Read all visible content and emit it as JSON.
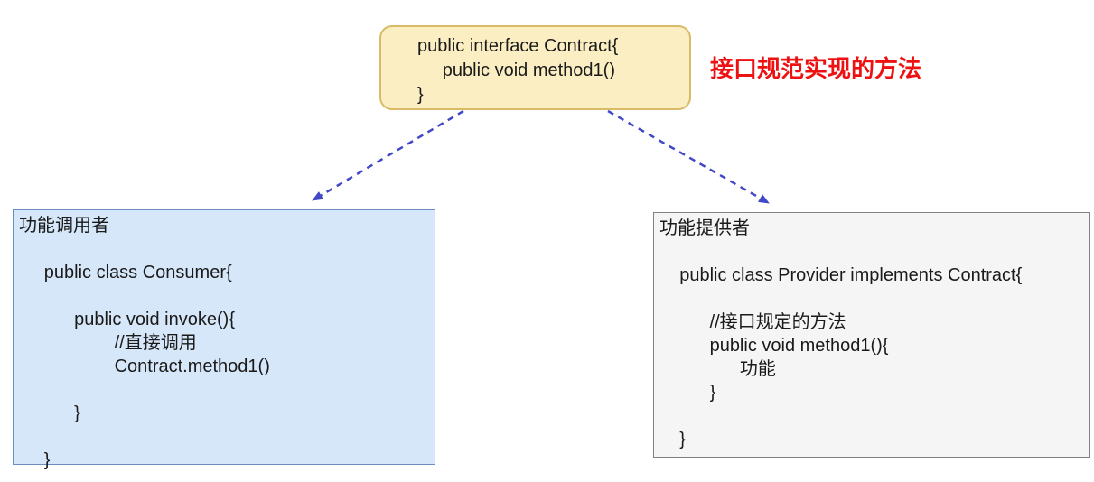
{
  "interface_box": {
    "code": "public interface Contract{\n     public void method1()\n}"
  },
  "annotation": {
    "text": "接口规范实现的方法"
  },
  "consumer_box": {
    "title": "功能调用者",
    "code": "\n     public class Consumer{\n\n           public void invoke(){\n                   //直接调用\n                   Contract.method1()\n\n           }\n\n     }"
  },
  "provider_box": {
    "title": "功能提供者",
    "code": "\n    public class Provider implements Contract{\n\n          //接口规定的方法\n          public void method1(){\n                功能\n          }\n\n    }"
  },
  "colors": {
    "arrow": "#4048C8",
    "annotation_red": "#EE1111",
    "interface_fill": "#FAEEC2",
    "interface_border": "#D9BB67",
    "consumer_fill": "#D7E7FA",
    "consumer_border": "#6C8EBF",
    "provider_fill": "#F5F5F5",
    "provider_border": "#828282"
  }
}
